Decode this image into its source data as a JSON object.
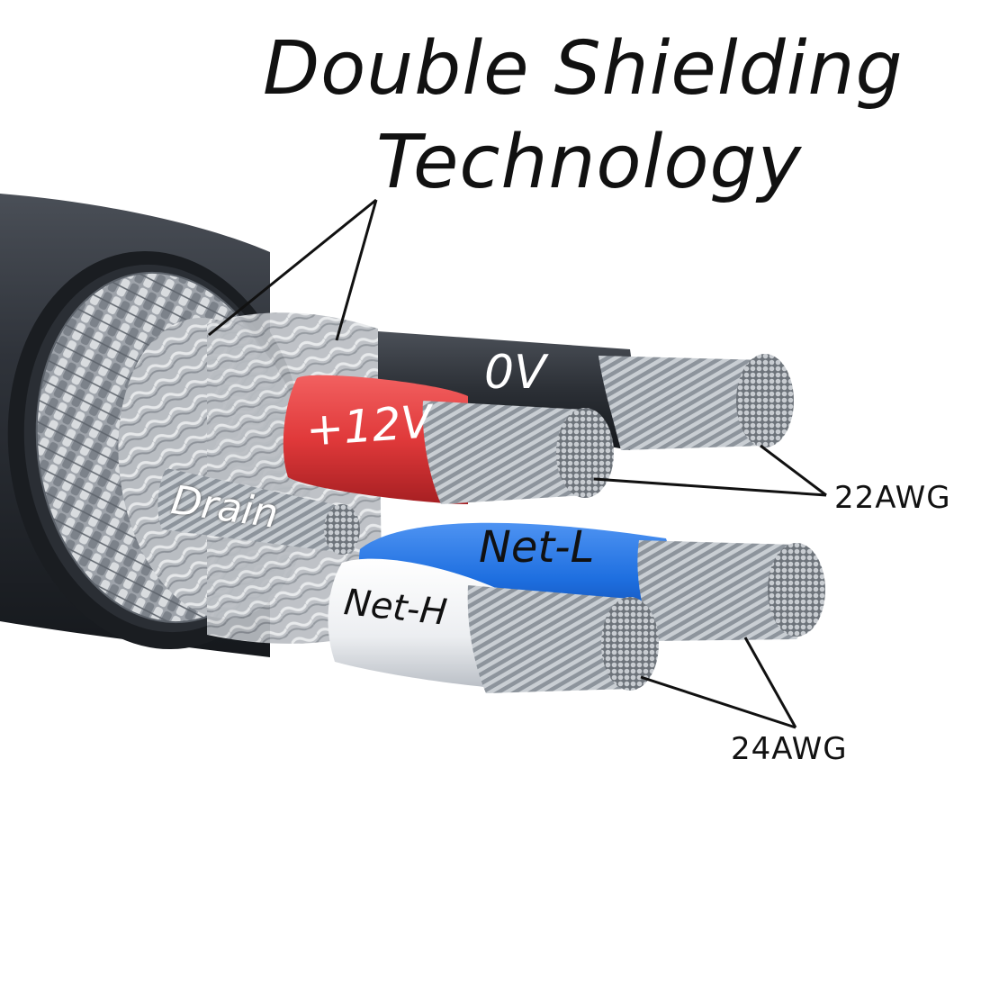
{
  "title": {
    "line1": "Double Shielding",
    "line2": "Technology"
  },
  "wires": {
    "zero_v": "0V",
    "plus_12v": "+12V",
    "drain": "Drain",
    "net_l": "Net-L",
    "net_h": "Net-H"
  },
  "gauges": {
    "power": "22AWG",
    "signal": "24AWG"
  },
  "colors": {
    "jacket": "#2c3036",
    "braid": "#a9aeb5",
    "foil": "#c4c8cd",
    "wire_0v": "#2b2f35",
    "wire_12v": "#e0393a",
    "wire_net_l": "#1e6fe0",
    "wire_net_h": "#f1f2f4",
    "strand": "#9aa1a9"
  }
}
